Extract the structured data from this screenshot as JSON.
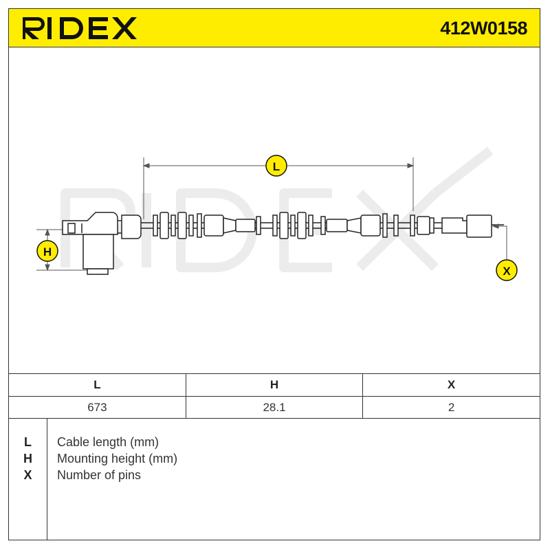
{
  "header": {
    "brand": "RIDEX",
    "part_number": "412W0158",
    "brand_color": "#ffed00"
  },
  "drawing": {
    "watermark": "RIDEX",
    "callouts": {
      "L": "L",
      "H": "H",
      "X": "X"
    }
  },
  "dimensions_table": {
    "headers": [
      "L",
      "H",
      "X"
    ],
    "values": [
      "673",
      "28.1",
      "2"
    ]
  },
  "legend": [
    {
      "key": "L",
      "text": "Cable length (mm)"
    },
    {
      "key": "H",
      "text": "Mounting height (mm)"
    },
    {
      "key": "X",
      "text": "Number of pins"
    }
  ]
}
